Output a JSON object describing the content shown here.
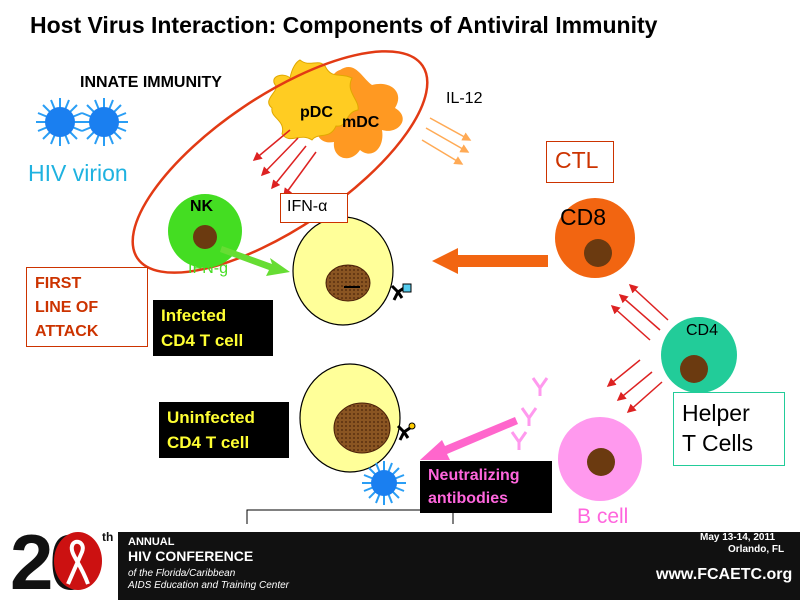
{
  "title": "Host Virus Interaction: Components of Antiviral Immunity",
  "labels": {
    "innate_immunity": "INNATE  IMMUNITY",
    "pdc": "pDC",
    "mdc": "mDC",
    "il12": "IL-12",
    "hiv_virion": "HIV virion",
    "nk": "NK",
    "ifn_alpha": "IFN-α",
    "ctl": "CTL",
    "cd8": "CD8",
    "first_line": "FIRST\nLINE OF\nATTACK",
    "ifn_g": "IFN-g",
    "infected": "Infected\nCD4  T cell",
    "cd4": "CD4",
    "uninfected": "Uninfected\nCD4  T cell",
    "helper": "Helper\nT Cells",
    "neutralizing": "Neutralizing\nantibodies",
    "b_cell": "B cell"
  },
  "footer": {
    "number": "20",
    "superscript": "th",
    "line1": "ANNUAL",
    "line2": "HIV CONFERENCE",
    "line3": "of the Florida/Caribbean",
    "line4": "AIDS Education and Training Center",
    "dates": "May 13-14, 2011",
    "location": "Orlando, FL",
    "website": "www.FCAETC.org"
  },
  "colors": {
    "virion": "#1a7ff0",
    "virion_label": "#1fb2e0",
    "nk_cell": "#44dd22",
    "nucleus": "#6b3a10",
    "cd8_cell": "#f26511",
    "cd4_cell": "#22cc99",
    "b_cell": "#ff99ee",
    "b_label": "#ff66dd",
    "t_cell": "#ffff99",
    "pdc": "#ffcc22",
    "mdc": "#ff9922",
    "arrow_red": "#dd2222",
    "ellipse": "#e23a14",
    "antibody_arrow": "#ff66cc",
    "ifn_arrow": "#66dd33"
  }
}
